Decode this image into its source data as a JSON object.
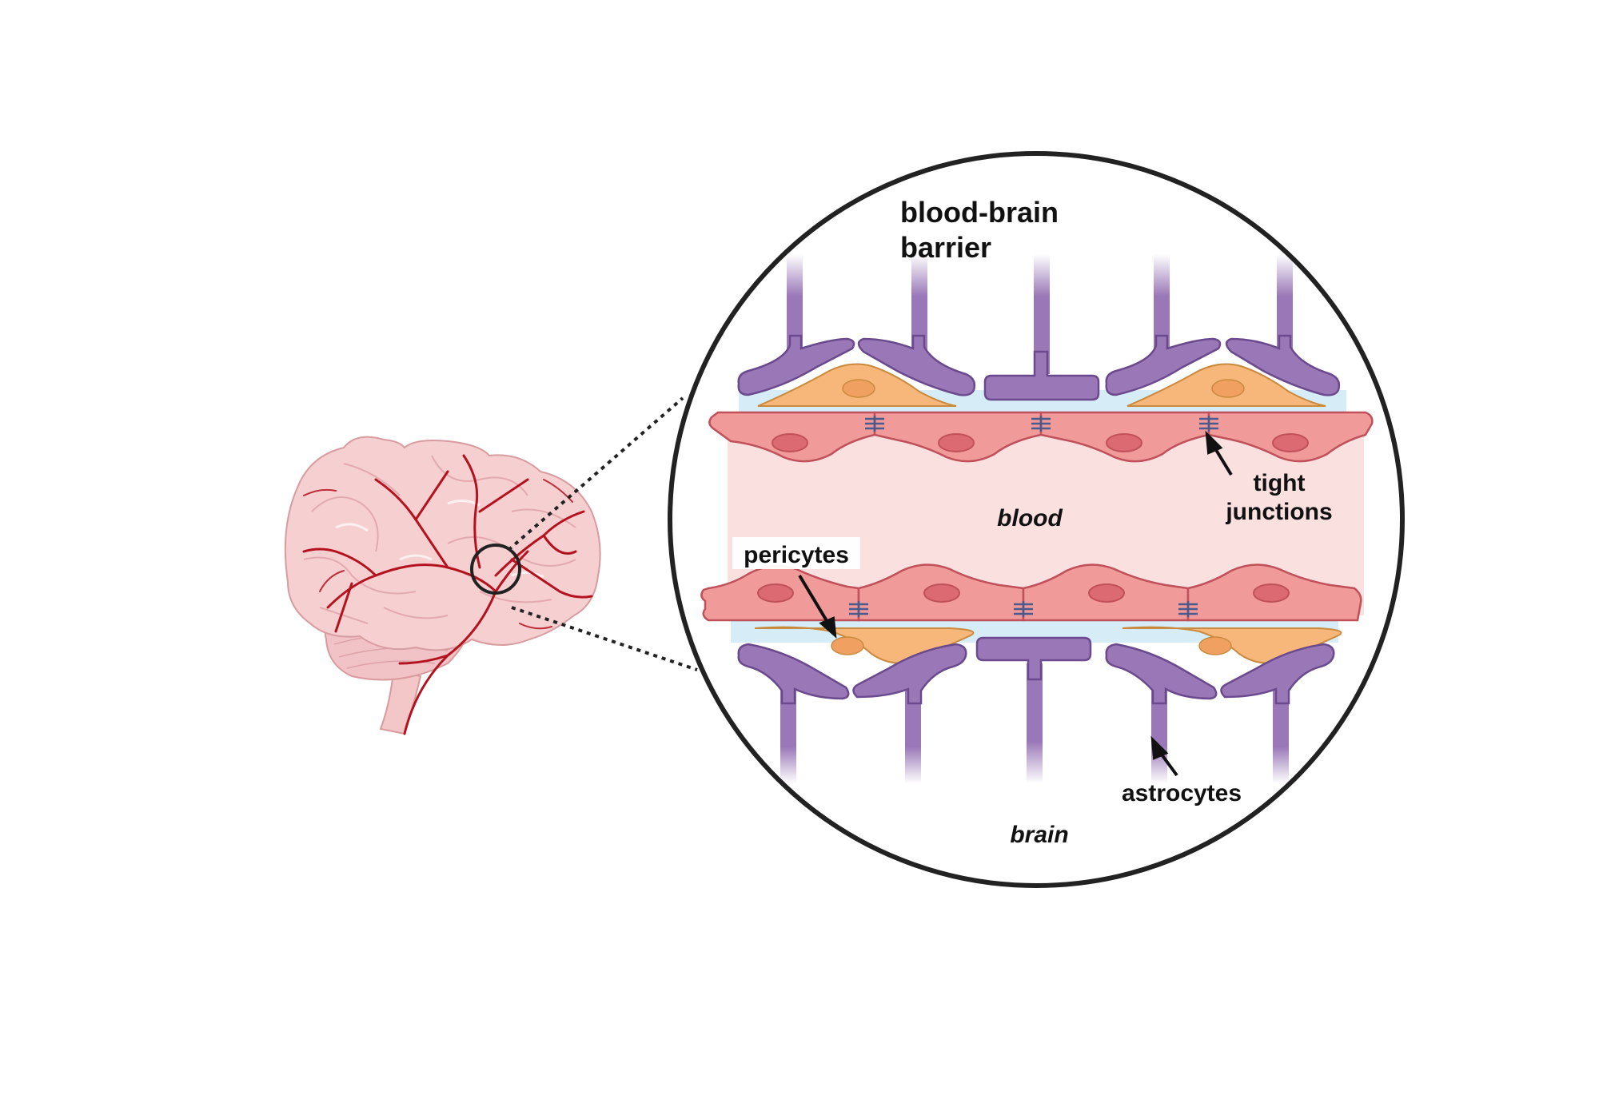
{
  "title": {
    "line1": "blood-brain",
    "line2": "barrier"
  },
  "regions": {
    "blood": "blood",
    "brain": "brain"
  },
  "labels": {
    "tight_junctions": {
      "line1": "tight",
      "line2": "junctions"
    },
    "pericytes": "pericytes",
    "astrocytes": "astrocytes"
  },
  "colors": {
    "astrocyte": "#9a78b8",
    "astrocyte_stroke": "#6a4a8c",
    "pericyte": "#f8b77a",
    "pericyte_stroke": "#c98a3e",
    "endothelial": "#f09a9a",
    "endothelial_stroke": "#c0505a",
    "nucleus": "#dc6a72",
    "lumen": "#fbe0e0",
    "basement_membrane": "#d6ecf6",
    "junction": "#4a5a8a",
    "brain_tissue": "#f5cccc",
    "vessels": "#b3121e"
  }
}
